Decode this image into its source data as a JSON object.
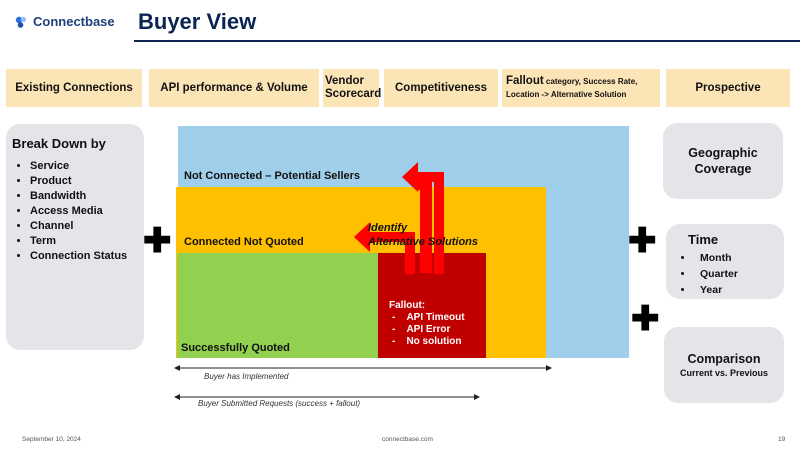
{
  "brand": {
    "name": "Connectbase"
  },
  "page": {
    "title": "Buyer View"
  },
  "tabs": {
    "existing_connections": "Existing Connections",
    "api_performance": "API performance & Volume",
    "vendor_scorecard_1": "Vendor",
    "vendor_scorecard_2": "Scorecard",
    "competitiveness": "Competitiveness",
    "fallout_main": "Fallout",
    "fallout_rest": " category, Success Rate,",
    "fallout_line2": "Location -> Alternative Solution",
    "prospective": "Prospective"
  },
  "breakdown": {
    "title": "Break Down by",
    "items": [
      "Service",
      "Product",
      "Bandwidth",
      "Access Media",
      "Channel",
      "Term",
      "Connection Status"
    ]
  },
  "diagram": {
    "not_connected": "Not Connected – Potential Sellers",
    "connected_not_quoted": "Connected Not Quoted",
    "identify_1": "Identify",
    "identify_2": "Alternative Solutions",
    "successfully_quoted": "Successfully Quoted",
    "fallout_title": "Fallout:",
    "fallout_items": [
      "API Timeout",
      "API Error",
      "No solution"
    ],
    "span_implemented": "Buyer has Implemented",
    "span_submitted": "Buyer Submitted Requests (success + fallout)"
  },
  "right": {
    "geo_1": "Geographic",
    "geo_2": "Coverage",
    "time_title": "Time",
    "time_items": [
      "Month",
      "Quarter",
      "Year"
    ],
    "comparison_title": "Comparison",
    "comparison_sub": "Current vs. Previous"
  },
  "plus_sign": "✚",
  "colors": {
    "blue": "#9fcfea",
    "orange": "#ffc000",
    "green": "#92d050",
    "red": "#c00000",
    "arrow": "#ff0000",
    "header": "#fbe5b6",
    "panel": "#e3e5e8"
  },
  "footer": {
    "date": "September 10, 2024",
    "site": "connectbase.com",
    "page_number": "19"
  }
}
